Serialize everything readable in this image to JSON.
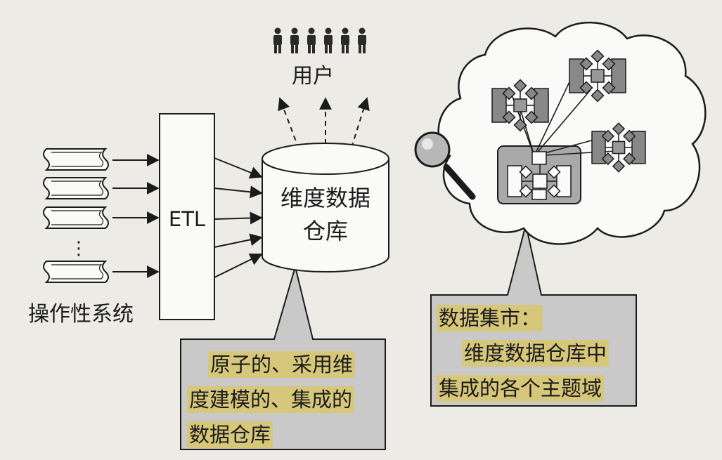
{
  "users": {
    "label": "用户",
    "icon": "people-icon"
  },
  "sources": {
    "label": "操作性系统",
    "icon": "scroll-icon"
  },
  "etl": {
    "label": "ETL"
  },
  "warehouse": {
    "line1": "维度数据",
    "line2": "仓库",
    "icon": "cylinder-database-icon"
  },
  "callout_left": {
    "lines": [
      "原子的、采用维",
      "度建模的、集成的",
      "数据仓库"
    ]
  },
  "callout_right": {
    "lines": [
      "数据集市：",
      "维度数据仓库中",
      "集成的各个主题域"
    ]
  },
  "lens": {
    "icon": "magnifier-icon"
  },
  "colors": {
    "highlight": "#d6c77a",
    "callout_fill": "#c9c9c9",
    "mart_fill": "#a9a9a9",
    "ink": "#1b1b1b"
  }
}
